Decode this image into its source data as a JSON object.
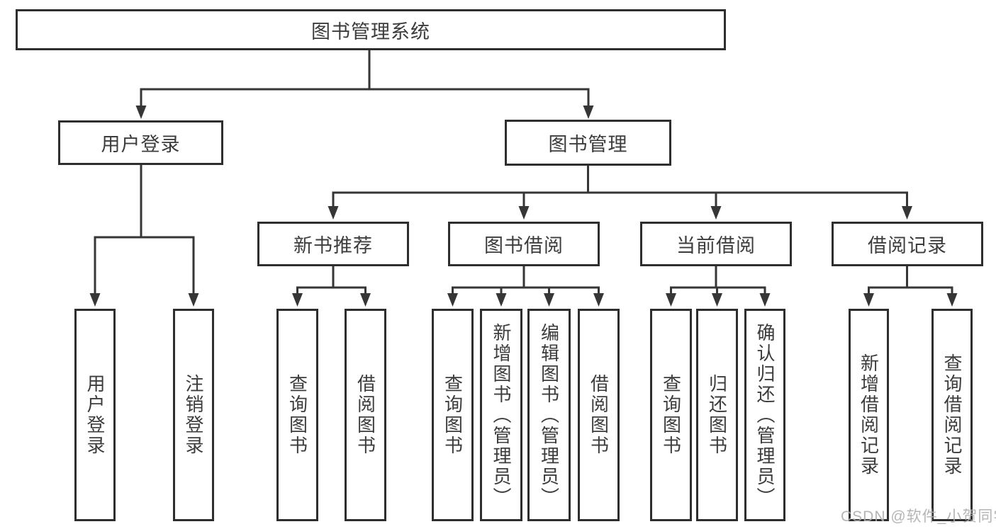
{
  "title": "图书管理系统",
  "watermark": "CSDN @软件_小贺同学",
  "colors": {
    "background": "#ffffff",
    "box_border": "#2e2e2e",
    "connector_line": "#363636",
    "text": "#3c3c3c",
    "watermark_text": "#adadad"
  },
  "nodes": {
    "root": {
      "label": "图书管理系统"
    },
    "user_login": {
      "label": "用户登录"
    },
    "book_mgmt": {
      "label": "图书管理"
    },
    "new_book_rec": {
      "label": "新书推荐"
    },
    "book_borrow": {
      "label": "图书借阅"
    },
    "current_borrow": {
      "label": "当前借阅"
    },
    "borrow_record": {
      "label": "借阅记录"
    },
    "login_leaf": {
      "label": "用户登录"
    },
    "logout_leaf": {
      "label": "注销登录"
    },
    "rec_query_book": {
      "label": "查询图书"
    },
    "rec_borrow_book": {
      "label": "借阅图书"
    },
    "bb_query_book": {
      "label": "查询图书"
    },
    "bb_add_book": {
      "label": "新增图书（管理员）"
    },
    "bb_edit_book": {
      "label": "编辑图书（管理员）"
    },
    "bb_borrow_book": {
      "label": "借阅图书"
    },
    "cb_query_book": {
      "label": "查询图书"
    },
    "cb_return_book": {
      "label": "归还图书"
    },
    "cb_confirm_return": {
      "label": "确认归还（管理员）"
    },
    "br_add_record": {
      "label": "新增借阅记录"
    },
    "br_query_record": {
      "label": "查询借阅记录"
    }
  },
  "tree": {
    "图书管理系统": {
      "用户登录": [
        "用户登录",
        "注销登录"
      ],
      "图书管理": {
        "新书推荐": [
          "查询图书",
          "借阅图书"
        ],
        "图书借阅": [
          "查询图书",
          "新增图书（管理员）",
          "编辑图书（管理员）",
          "借阅图书"
        ],
        "当前借阅": [
          "查询图书",
          "归还图书",
          "确认归还（管理员）"
        ],
        "借阅记录": [
          "新增借阅记录",
          "查询借阅记录"
        ]
      }
    }
  }
}
